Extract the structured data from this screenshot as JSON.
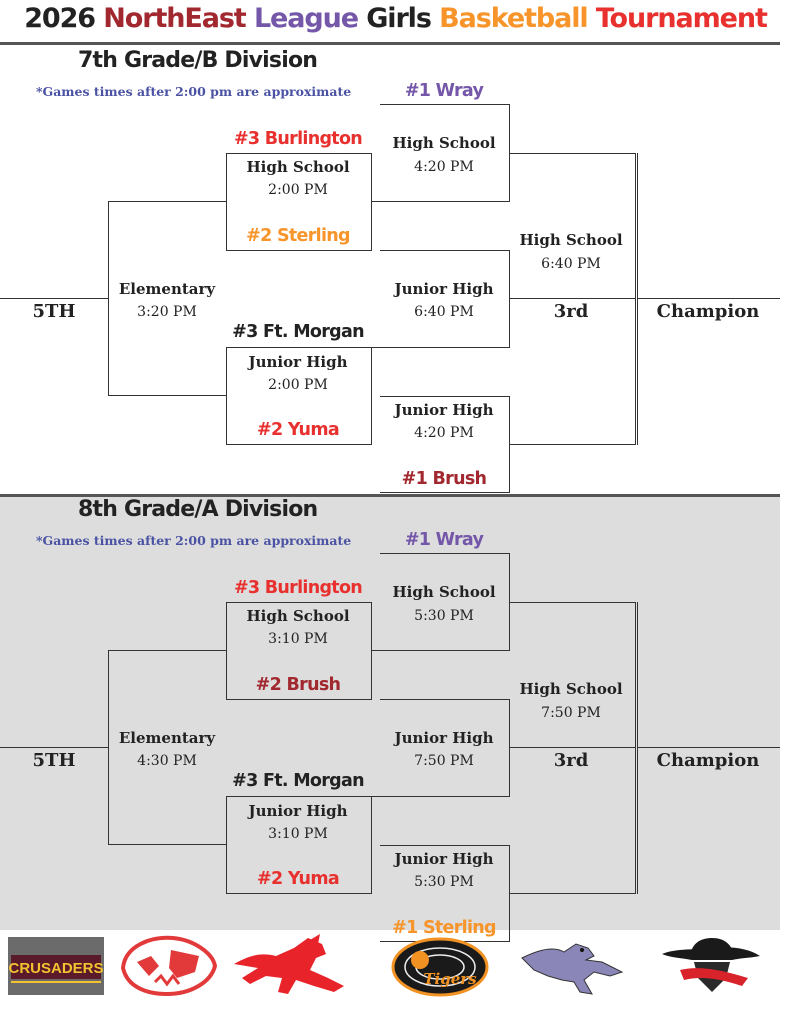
{
  "colors": {
    "red": "#e8312f",
    "darkred": "#a1282e",
    "purple": "#7457a8",
    "orange": "#f7942a",
    "black": "#222222",
    "blue": "#4a52a3"
  },
  "title": {
    "year": "2026",
    "northeast": "NorthEast",
    "league": "League",
    "girls": "Girls",
    "basketball": "Basketball",
    "tournament": "Tournament"
  },
  "divisions": [
    {
      "name": "7th Grade/B Division",
      "note": "*Games times after 2:00 pm are approximate",
      "teams": {
        "seed1_top": "#1 Wray",
        "seed3_top": "#3 Burlington",
        "seed2_top": "#2 Sterling",
        "seed3_bot": "#3 Ft. Morgan",
        "seed2_bot": "#2 Yuma",
        "seed1_bot": "#1 Brush"
      },
      "games": {
        "qf_top": {
          "venue": "High School",
          "time": "2:00 PM"
        },
        "qf_bot": {
          "venue": "Junior High",
          "time": "2:00 PM"
        },
        "sf_top": {
          "venue": "High School",
          "time": "4:20 PM"
        },
        "sf_bot": {
          "venue": "Junior High",
          "time": "4:20 PM"
        },
        "cons": {
          "venue": "Elementary",
          "time": "3:20 PM"
        },
        "third": {
          "venue": "Junior High",
          "time": "6:40 PM"
        },
        "final": {
          "venue": "High School",
          "time": "6:40 PM"
        }
      },
      "labels": {
        "fifth": "5TH",
        "third": "3rd",
        "champion": "Champion"
      }
    },
    {
      "name": "8th Grade/A Division",
      "note": "*Games times after 2:00 pm are approximate",
      "teams": {
        "seed1_top": "#1 Wray",
        "seed3_top": "#3 Burlington",
        "seed2_top": "#2 Brush",
        "seed3_bot": "#3 Ft. Morgan",
        "seed2_bot": "#2 Yuma",
        "seed1_bot": "#1 Sterling"
      },
      "games": {
        "qf_top": {
          "venue": "High School",
          "time": "3:10 PM"
        },
        "qf_bot": {
          "venue": "Junior High",
          "time": "3:10 PM"
        },
        "sf_top": {
          "venue": "High School",
          "time": "5:30 PM"
        },
        "sf_bot": {
          "venue": "Junior High",
          "time": "5:30 PM"
        },
        "cons": {
          "venue": "Elementary",
          "time": "4:30 PM"
        },
        "third": {
          "venue": "Junior High",
          "time": "7:50 PM"
        },
        "final": {
          "venue": "High School",
          "time": "7:50 PM"
        }
      },
      "labels": {
        "fifth": "5TH",
        "third": "3rd",
        "champion": "Champion"
      }
    }
  ],
  "logos": [
    {
      "icon": "crusaders-logo",
      "text": "CRUSADERS"
    },
    {
      "icon": "bobcat-logo"
    },
    {
      "icon": "mustang-logo"
    },
    {
      "icon": "tiger-logo",
      "text": "Tigers"
    },
    {
      "icon": "eagle-logo"
    },
    {
      "icon": "cowboy-logo"
    }
  ]
}
